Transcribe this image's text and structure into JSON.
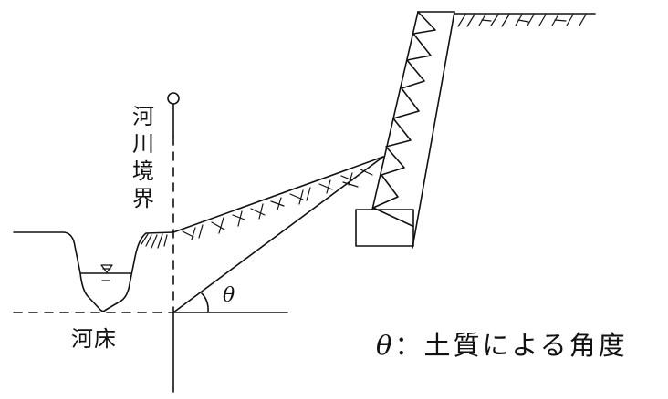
{
  "labels": {
    "river_boundary": [
      "河",
      "川",
      "境",
      "界"
    ],
    "river_bed": "河床",
    "angle_symbol": "θ",
    "legend_symbol": "θ",
    "legend_separator": "：",
    "legend_text": "土質による角度"
  },
  "colors": {
    "line": "#111111",
    "background": "#ffffff"
  }
}
